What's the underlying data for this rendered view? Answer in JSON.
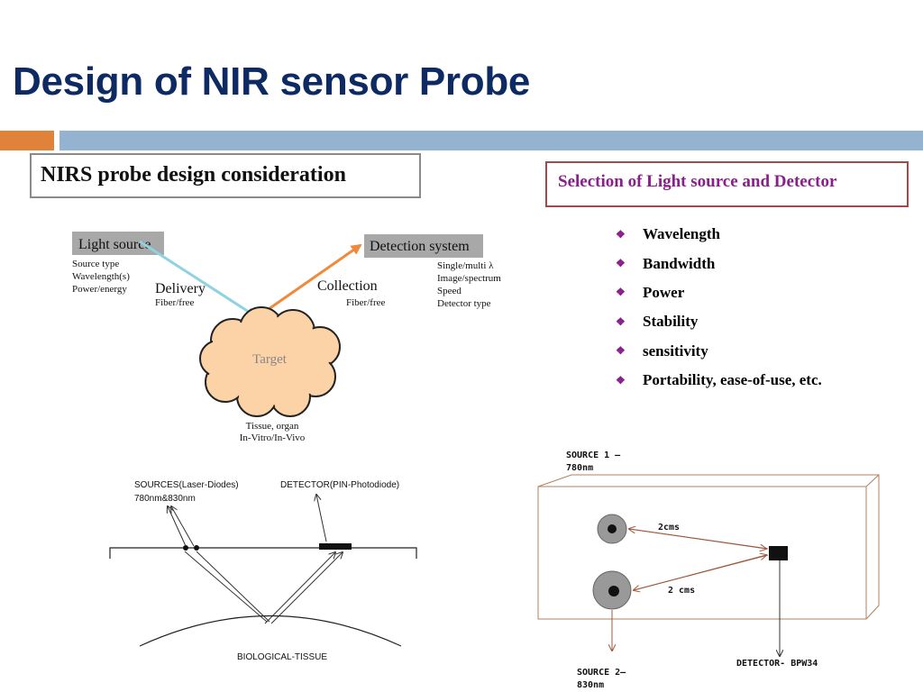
{
  "slide": {
    "title": "Design of NIR sensor Probe",
    "left_heading": "NIRS probe design consideration",
    "right_heading": "Selection of  Light source and Detector",
    "bullets": [
      "Wavelength",
      "Bandwidth",
      "Power",
      "Stability",
      "sensitivity",
      "Portability, ease-of-use, etc."
    ]
  },
  "diagram1": {
    "light_source": "Light source",
    "light_source_items": [
      "Source type",
      "Wavelength(s)",
      "Power/energy"
    ],
    "delivery": "Delivery",
    "delivery_sub": "Fiber/free",
    "target": "Target",
    "target_sub1": "Tissue, organ",
    "target_sub2": "In-Vitro/In-Vivo",
    "collection": "Collection",
    "collection_sub": "Fiber/free",
    "detection_system": "Detection system",
    "detection_items": [
      "Single/multi λ",
      "Image/spectrum",
      "Speed",
      "Detector type"
    ]
  },
  "diagram2": {
    "sources_line1": "SOURCES(Laser-Diodes)",
    "sources_line2": "780nm&830nm",
    "detector": "DETECTOR(PIN-Photodiode)",
    "tissue": "BIOLOGICAL-TISSUE"
  },
  "diagram3": {
    "source1_line1": "SOURCE 1 —",
    "source1_line2": "780nm",
    "dist1": "2cms",
    "dist2": "2 cms",
    "source2_line1": "SOURCE 2—",
    "source2_line2": "830nm",
    "detector": "DETECTOR- BPW34"
  },
  "colors": {
    "title": "#0e2a63",
    "accent_orange": "#e0823a",
    "accent_blue": "#93b3d0",
    "heading_purple": "#8a1e8a",
    "cloud": "#fbd3a6",
    "delivery_arrow": "#8fd3df",
    "collection_arrow": "#f08a3a"
  }
}
